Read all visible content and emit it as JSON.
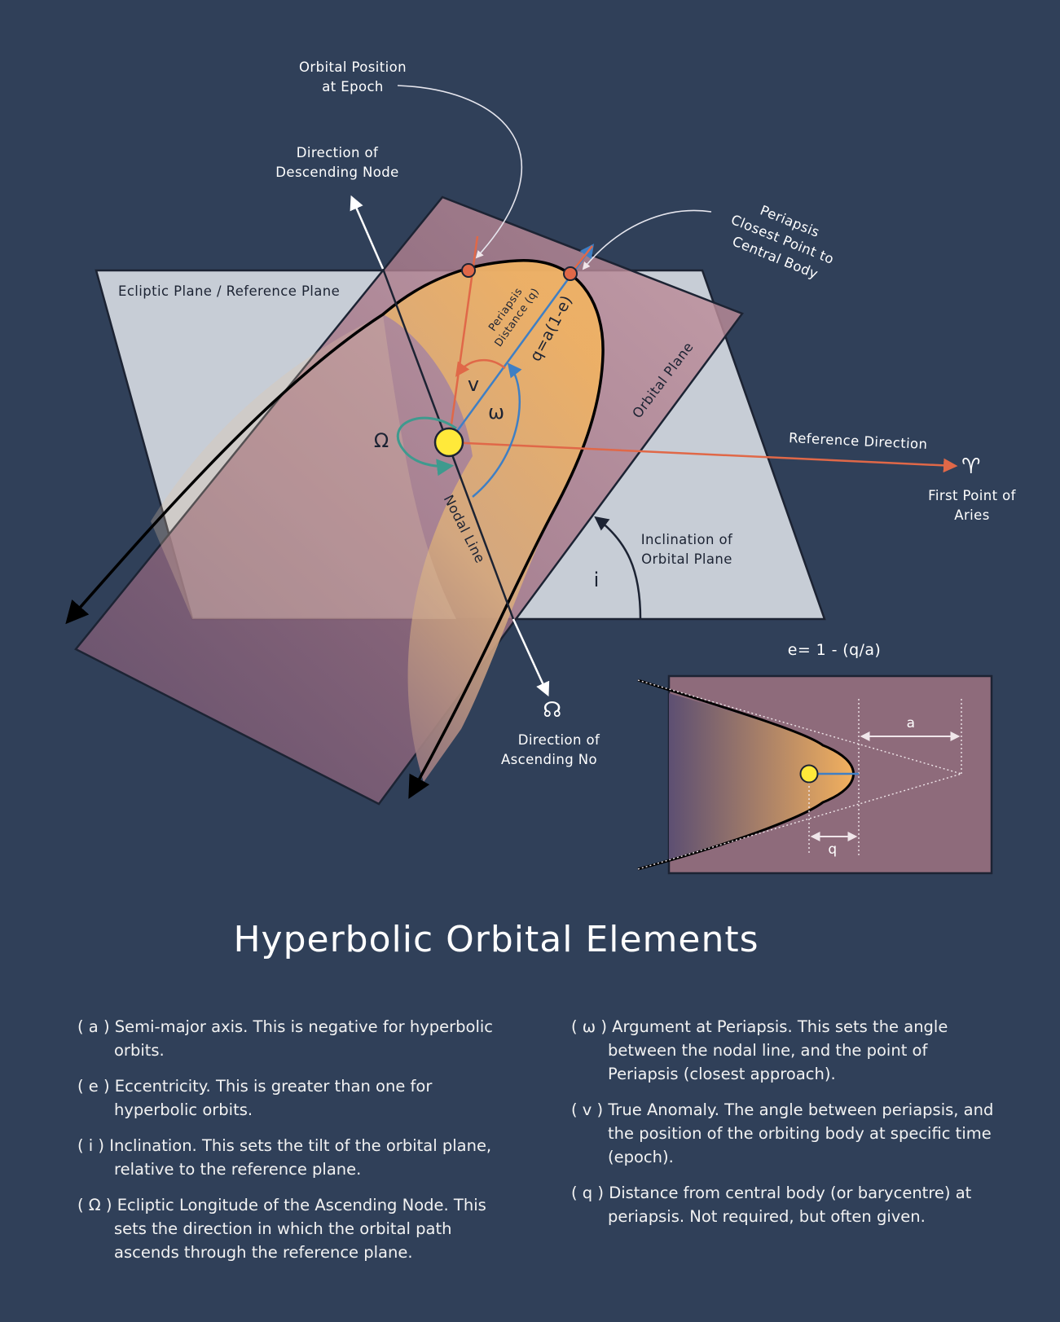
{
  "diagram": {
    "labels": {
      "orbital_position_l1": "Orbital Position",
      "orbital_position_l2": "at Epoch",
      "descending_l1": "Direction of",
      "descending_l2": "Descending Node",
      "periapsis_l1": "Periapsis",
      "periapsis_l2": "Closest Point to",
      "periapsis_l3": "Central Body",
      "ecliptic_plane": "Ecliptic Plane / Reference Plane",
      "periapsis_distance_l1": "Periapsis",
      "periapsis_distance_l2": "Distance (q)",
      "q_formula": "q=a(1-e)",
      "orbital_plane": "Orbital Plane",
      "nu_symbol": "v",
      "omega_symbol": "ω",
      "capital_omega_symbol": "Ω",
      "reference_direction": "Reference Direction",
      "aries_symbol": "♈",
      "first_point_l1": "First Point of",
      "first_point_l2": "Aries",
      "nodal_line": "Nodal Line",
      "inclination_l1": "Inclination of",
      "inclination_l2": "Orbital Plane",
      "inclination_symbol": "i",
      "ascending_symbol": "☊",
      "ascending_l1": "Direction of",
      "ascending_l2": "Ascending No",
      "eccentricity_formula": "e= 1 - (q/a)",
      "inset_a": "a",
      "inset_q": "q"
    },
    "colors": {
      "background": "#304059",
      "reference_plane": "#d3d8e0",
      "orbital_plane": "#a0707f",
      "orbit_fill": "#e8a95a",
      "orbit_line": "#000000",
      "reference_direction": "#e06848",
      "argument_arc": "#3f7fc4",
      "node_arc": "#3e9a8e",
      "central_body": "#ffe93a"
    }
  },
  "title": "Hyperbolic Orbital Elements",
  "legend": {
    "left": [
      "( a ) Semi-major axis. This is negative for hyperbolic orbits.",
      "( e ) Eccentricity. This is greater than one for hyperbolic orbits.",
      "( i ) Inclination. This sets the tilt of the orbital plane, relative to the reference plane.",
      "( Ω ) Ecliptic Longitude of the Ascending Node. This sets the direction in which the orbital path ascends through the reference plane."
    ],
    "right": [
      "( ω ) Argument at Periapsis. This sets the angle between the nodal line, and the point of Periapsis (closest approach).",
      "( v ) True Anomaly. The angle between periapsis, and the position of the orbiting body at specific time (epoch).",
      "( q ) Distance from central body (or barycentre) at periapsis. Not required, but often given."
    ]
  }
}
